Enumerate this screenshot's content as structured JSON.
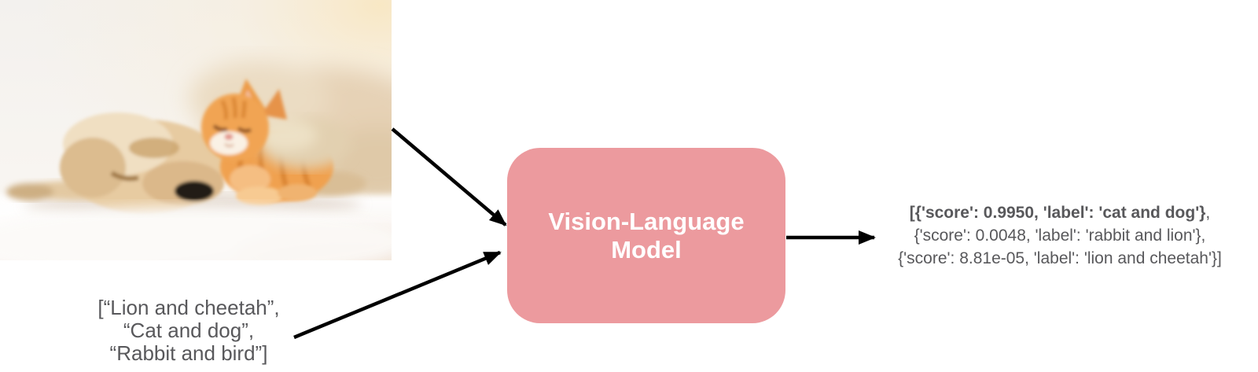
{
  "image": {
    "alt": "Photo of a sleeping cream puppy with an orange tabby kitten resting its head on the puppy, lying on a white fluffy blanket"
  },
  "model_box": {
    "label": "Vision-Language Model"
  },
  "prompts": {
    "lines": [
      "[“Lion and cheetah”,",
      "“Cat and dog”,",
      "“Rabbit and bird”]"
    ]
  },
  "output": {
    "line1_bold": "[{'score': 0.9950, 'label': 'cat and dog'}",
    "line1_rest": ",",
    "line2": "{'score': 0.0048, 'label': 'rabbit and lion'},",
    "line3": "{'score': 8.81e-05, 'label': 'lion and cheetah'}]"
  },
  "theme": {
    "arrow": "#000000",
    "text_gray": "#58585B",
    "box_fill": "#EC9A9E",
    "box_text": "#FFFFFF",
    "canvas_bg": "#FFFFFF"
  }
}
